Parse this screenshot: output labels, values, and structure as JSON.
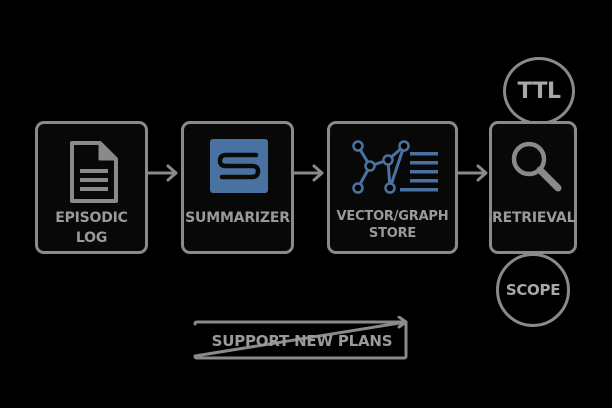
{
  "diagram": {
    "nodes": [
      {
        "id": "episodic-log",
        "label": "EPISODIC\nLOG",
        "icon": "document-icon"
      },
      {
        "id": "summarizer",
        "label": "SUMMARIZER",
        "icon": "summarizer-s-icon"
      },
      {
        "id": "vector-graph-store",
        "label": "VECTOR/GRAPH\nSTORE",
        "icon": "graph-network-icon"
      },
      {
        "id": "retrieval",
        "label": "RETRIEVAL",
        "icon": "magnifier-icon"
      }
    ],
    "edges": [
      {
        "from": "episodic-log",
        "to": "summarizer"
      },
      {
        "from": "summarizer",
        "to": "vector-graph-store"
      },
      {
        "from": "vector-graph-store",
        "to": "retrieval"
      }
    ],
    "modifiers": {
      "ttl": "TTL",
      "scope": "SCOPE"
    },
    "banner": "SUPPORT NEW PLANS"
  },
  "colors": {
    "background": "#000000",
    "stroke": "#8a8a8a",
    "text": "#9a9a9a",
    "accent": "#4a72a0"
  }
}
